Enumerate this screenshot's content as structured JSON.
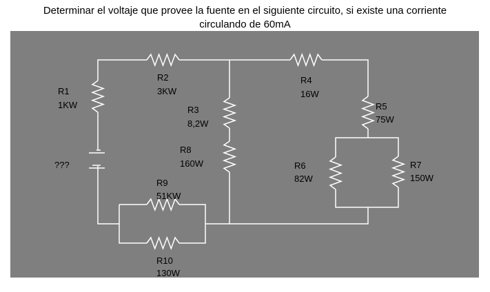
{
  "problem": {
    "line1": "Determinar el voltaje que provee la fuente en el siguiente circuito, si existe una corriente",
    "line2": "circulando de 60mA"
  },
  "source": {
    "label": "???"
  },
  "resistors": [
    {
      "name": "R1",
      "value": "1KW"
    },
    {
      "name": "R2",
      "value": "3KW"
    },
    {
      "name": "R3",
      "value": "8,2W"
    },
    {
      "name": "R4",
      "value": "16W"
    },
    {
      "name": "R5",
      "value": "75W"
    },
    {
      "name": "R6",
      "value": "82W"
    },
    {
      "name": "R7",
      "value": "150W"
    },
    {
      "name": "R8",
      "value": "160W"
    },
    {
      "name": "R9",
      "value": "51KW"
    },
    {
      "name": "R10",
      "value": "130W"
    }
  ]
}
